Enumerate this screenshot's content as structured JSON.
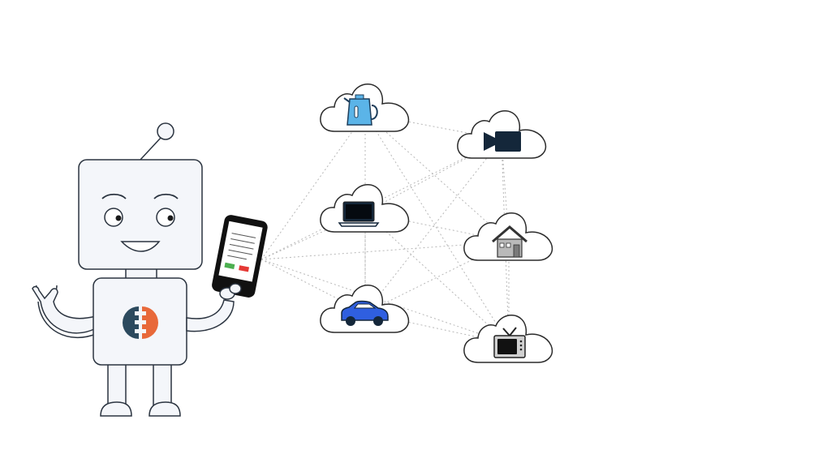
{
  "scene": {
    "robot": {
      "body_fill": "#f4f6fa",
      "outline": "#2b3440",
      "logo_colors": {
        "left": "#2c4a5e",
        "right": "#e8693a"
      }
    },
    "phone": {
      "frame_color": "#111111",
      "accept_color": "#4caf50",
      "decline_color": "#e53935"
    },
    "cloud_nodes": [
      {
        "id": "kettle",
        "icon": "kettle-icon",
        "color": "#5bb4e8"
      },
      {
        "id": "camera",
        "icon": "video-camera-icon",
        "color": "#14273a"
      },
      {
        "id": "laptop",
        "icon": "laptop-icon",
        "color": "#14273a"
      },
      {
        "id": "house",
        "icon": "house-icon",
        "color": "#6b6b6b"
      },
      {
        "id": "car",
        "icon": "car-icon",
        "color": "#2f5fe0"
      },
      {
        "id": "tv",
        "icon": "tv-icon",
        "color": "#222222"
      }
    ],
    "connections_style": {
      "color": "#b8b8b8",
      "dashed": true
    }
  }
}
